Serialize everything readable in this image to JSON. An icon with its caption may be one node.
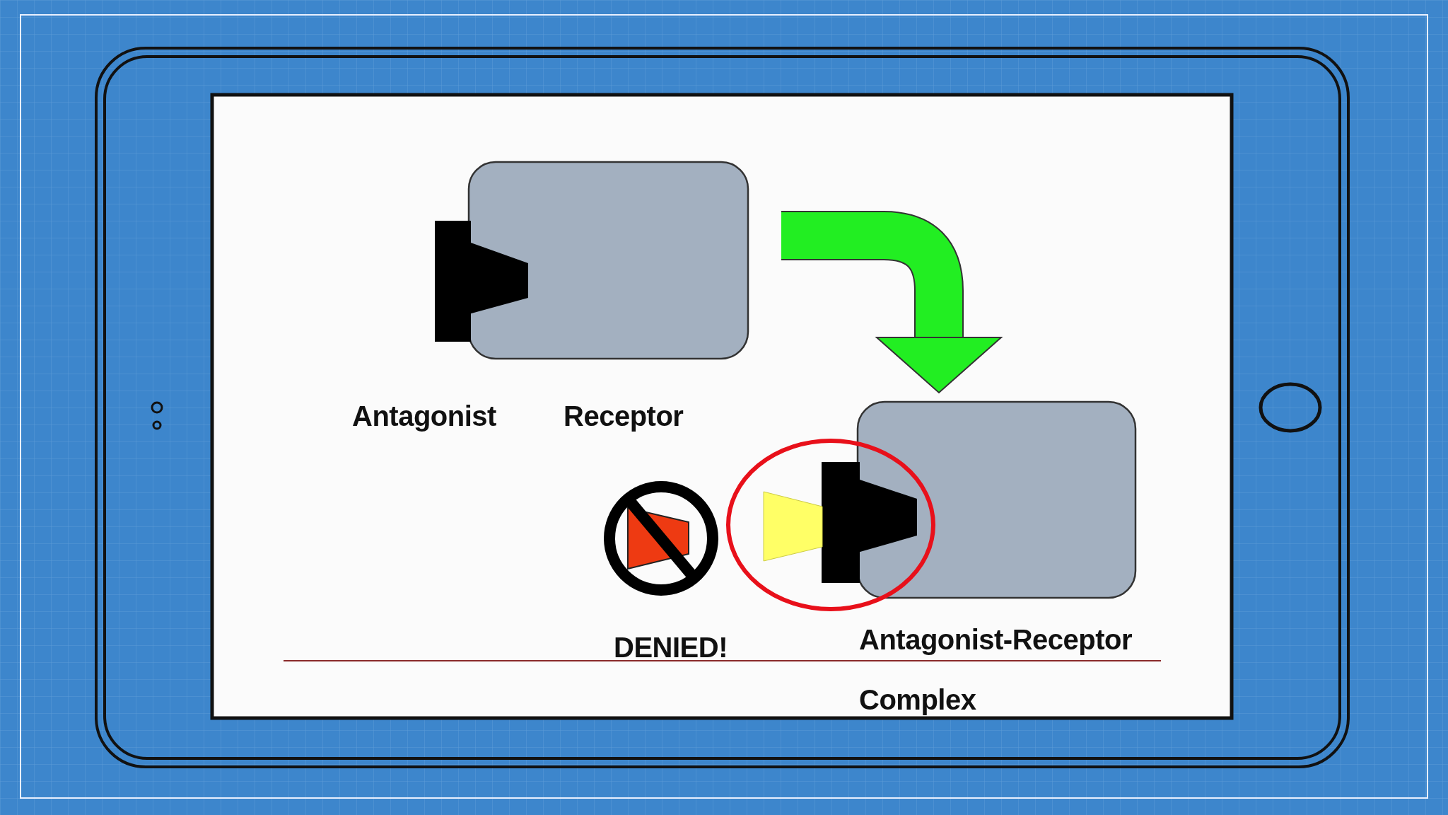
{
  "diagram": {
    "nodes": [
      {
        "text": [],
        "shape": "box"
      },
      {
        "text": [],
        "shape": "box",
        "beside": [
          "Antagonist-Receptor Complex"
        ]
      }
    ],
    "edges": [
      {
        "from": 0,
        "to": 1,
        "arrow": "to",
        "color": "#22ee22"
      }
    ],
    "labels": [
      "Antagonist",
      "Receptor",
      "DENIED!"
    ]
  }
}
